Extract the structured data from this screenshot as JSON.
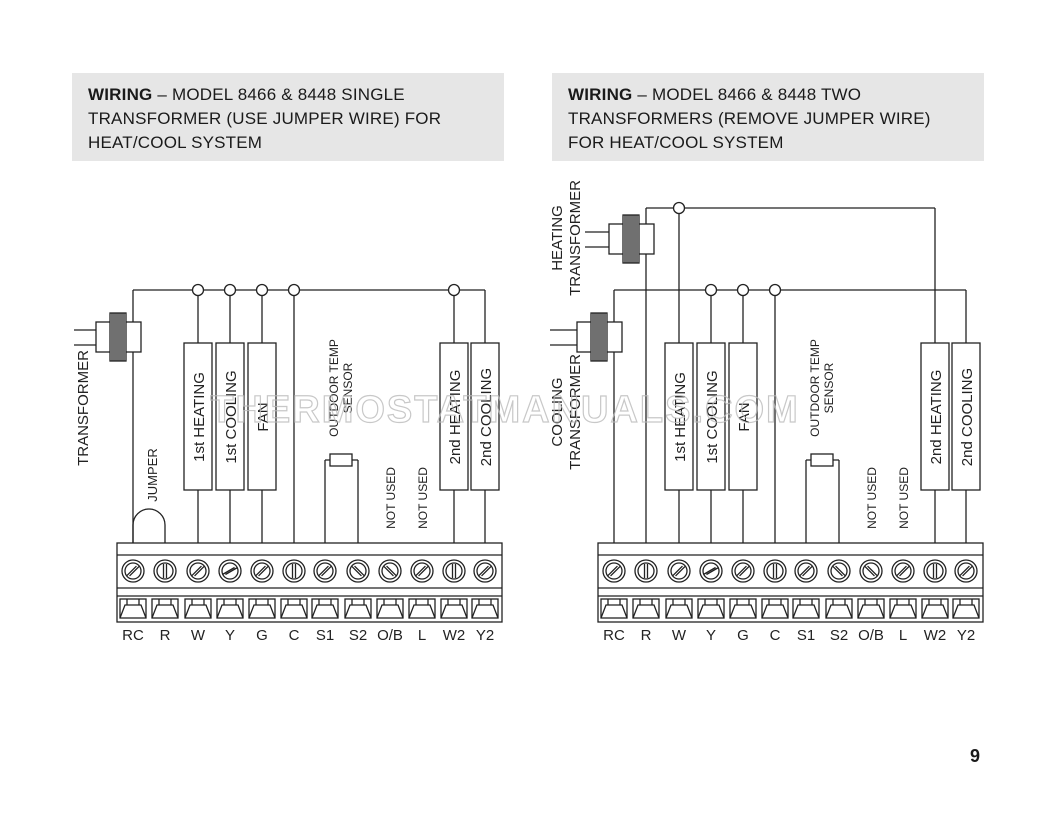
{
  "panels": [
    {
      "header_bold": "WIRING",
      "header_lines": [
        "– MODEL 8466 & 8448 SINGLE",
        "TRANSFORMER (USE JUMPER WIRE) FOR",
        "HEAT/COOL SYSTEM"
      ],
      "transformer_labels": [
        [
          "TRANSFORMER"
        ]
      ],
      "jumper_label": "JUMPER"
    },
    {
      "header_bold": "WIRING",
      "header_lines": [
        "– MODEL 8466 & 8448 TWO",
        "TRANSFORMERS (REMOVE JUMPER WIRE)",
        "FOR HEAT/COOL SYSTEM"
      ],
      "transformer_labels": [
        [
          "HEATING",
          "TRANSFORMER"
        ],
        [
          "COOLING",
          "TRANSFORMER"
        ]
      ]
    }
  ],
  "terminals": [
    "RC",
    "R",
    "W",
    "Y",
    "G",
    "C",
    "S1",
    "S2",
    "O/B",
    "L",
    "W2",
    "Y2"
  ],
  "loads": [
    "1st HEATING",
    "1st COOLING",
    "FAN",
    "2nd HEATING",
    "2nd COOLING"
  ],
  "sensor_label": [
    "OUTDOOR TEMP",
    "SENSOR"
  ],
  "not_used": "NOT USED",
  "watermark": "THERMOSTATMANUALS.COM",
  "page_number": "9"
}
